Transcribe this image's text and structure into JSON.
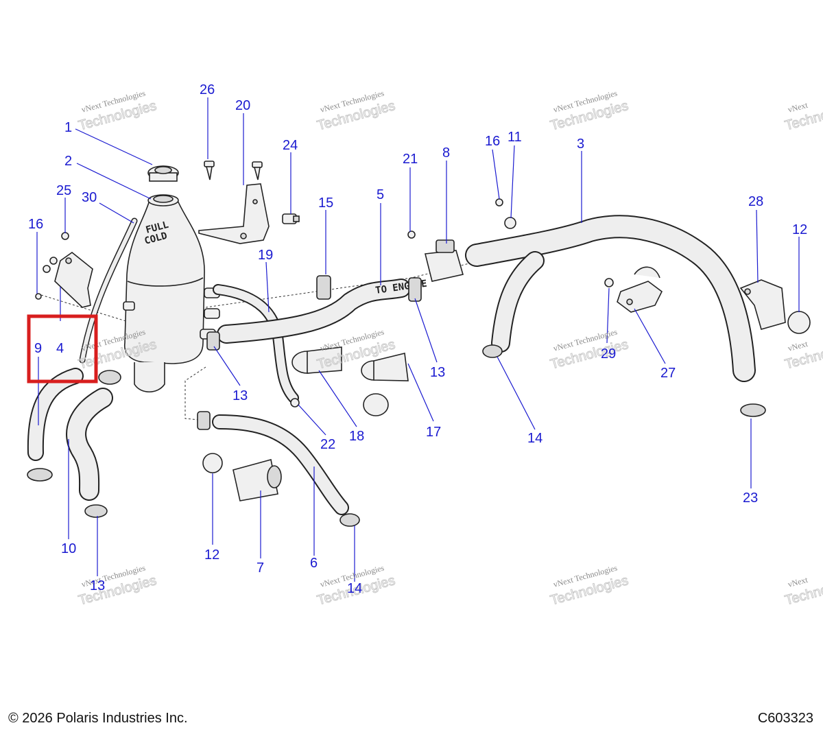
{
  "diagram": {
    "callouts": [
      {
        "id": "c1",
        "label": "1"
      },
      {
        "id": "c2",
        "label": "2"
      },
      {
        "id": "c3",
        "label": "3"
      },
      {
        "id": "c4",
        "label": "4"
      },
      {
        "id": "c5",
        "label": "5"
      },
      {
        "id": "c6",
        "label": "6"
      },
      {
        "id": "c7",
        "label": "7"
      },
      {
        "id": "c8",
        "label": "8"
      },
      {
        "id": "c9",
        "label": "9"
      },
      {
        "id": "c10",
        "label": "10"
      },
      {
        "id": "c11",
        "label": "11"
      },
      {
        "id": "c12a",
        "label": "12"
      },
      {
        "id": "c12b",
        "label": "12"
      },
      {
        "id": "c13a",
        "label": "13"
      },
      {
        "id": "c13b",
        "label": "13"
      },
      {
        "id": "c13c",
        "label": "13"
      },
      {
        "id": "c14a",
        "label": "14"
      },
      {
        "id": "c14b",
        "label": "14"
      },
      {
        "id": "c15",
        "label": "15"
      },
      {
        "id": "c16a",
        "label": "16"
      },
      {
        "id": "c16b",
        "label": "16"
      },
      {
        "id": "c17",
        "label": "17"
      },
      {
        "id": "c18",
        "label": "18"
      },
      {
        "id": "c19",
        "label": "19"
      },
      {
        "id": "c20",
        "label": "20"
      },
      {
        "id": "c21",
        "label": "21"
      },
      {
        "id": "c22",
        "label": "22"
      },
      {
        "id": "c23",
        "label": "23"
      },
      {
        "id": "c24",
        "label": "24"
      },
      {
        "id": "c25",
        "label": "25"
      },
      {
        "id": "c26",
        "label": "26"
      },
      {
        "id": "c27",
        "label": "27"
      },
      {
        "id": "c28",
        "label": "28"
      },
      {
        "id": "c29",
        "label": "29"
      },
      {
        "id": "c30",
        "label": "30"
      }
    ],
    "reservoir_text_1": "FULL",
    "reservoir_text_2": "COLD",
    "hose_text": "TO ENGINE",
    "highlight_color": "#d81e1e",
    "callout_color": "#1a1ad0"
  },
  "watermark": {
    "line1": "vNext Technologies",
    "line2": "vNext",
    "line3": "Technologies"
  },
  "footer": {
    "copyright": "© 2026 Polaris Industries Inc.",
    "figure_id": "C603323"
  }
}
